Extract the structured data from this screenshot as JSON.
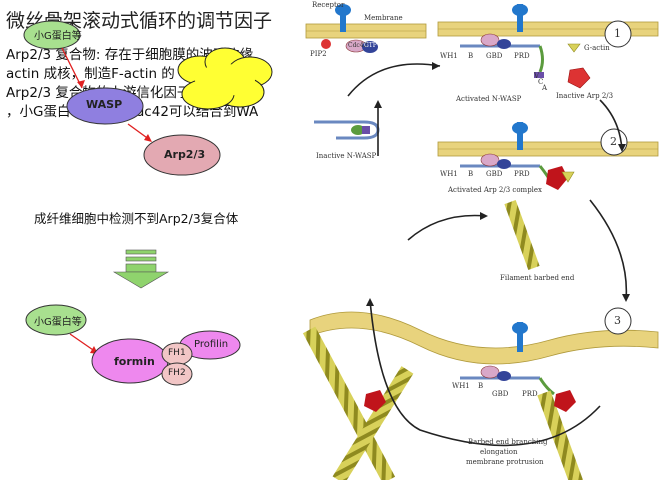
{
  "slide": {
    "title": "微丝骨架滚动式循环的调节因子",
    "text_lines": [
      "Arp2/3 复合物: 存在于细胞膜的波动边缘",
      "actin 成核，制造F-actin 的 ？ 支点",
      "Arp2/3 复合物的上游信化因子是Wiskott-",
      "，小G蛋白、PIP2、Cdc42可以结合到WA"
    ],
    "fibroblast_note": "成纤维细胞中检测不到Arp2/3复合体"
  },
  "left_diagram": {
    "small_g_top": "小G蛋白等",
    "wasp": "WASP",
    "arp23": "Arp2/3",
    "small_g_bottom": "小G蛋白等",
    "formin": "formin",
    "fh1": "FH1",
    "fh2": "FH2",
    "profilin": "Profilin"
  },
  "figure": {
    "receptor": "Receptor",
    "membrane": "Membrane",
    "pip2": "PIP2",
    "cdc42": "Cdc42",
    "gtp": "GTP",
    "wh1": "WH1",
    "b": "B",
    "gbd": "GBD",
    "prd": "PRD",
    "vca_v": "V",
    "vca_c": "C",
    "vca_a": "A",
    "g_actin": "G-actin",
    "activated_nwasp": "Activated N-WASP",
    "inactive_arp": "Inactive Arp 2/3",
    "inactive_nwasp": "Inactive N-WASP",
    "activated_arp_complex": "Activated Arp 2/3 complex",
    "filament_barbed_end": "Filament barbed end",
    "step1": "1",
    "step2": "2",
    "step3": "3",
    "barbed_end_branching": "Barbed end branching",
    "elongation": "elongation",
    "membrane_protrusion": "membrane protrusion"
  },
  "colors": {
    "title": "#222222",
    "wasp_fill": "#8f7fe0",
    "yellow_cloud": "#ffff33",
    "arp_fill": "#e3a9b2",
    "green_node": "#a8e08f",
    "formin_fill": "#ee88ee",
    "fh_fill": "#f2c6c6",
    "profilin_fill": "#ee88ee",
    "red_arrow": "#e02020",
    "down_arrow_fill": "#8fd36d",
    "membrane_bar": "#e8d37d",
    "receptor_blue": "#2277cc",
    "arp_red": "#c0141b",
    "filament": "#c9c234"
  }
}
